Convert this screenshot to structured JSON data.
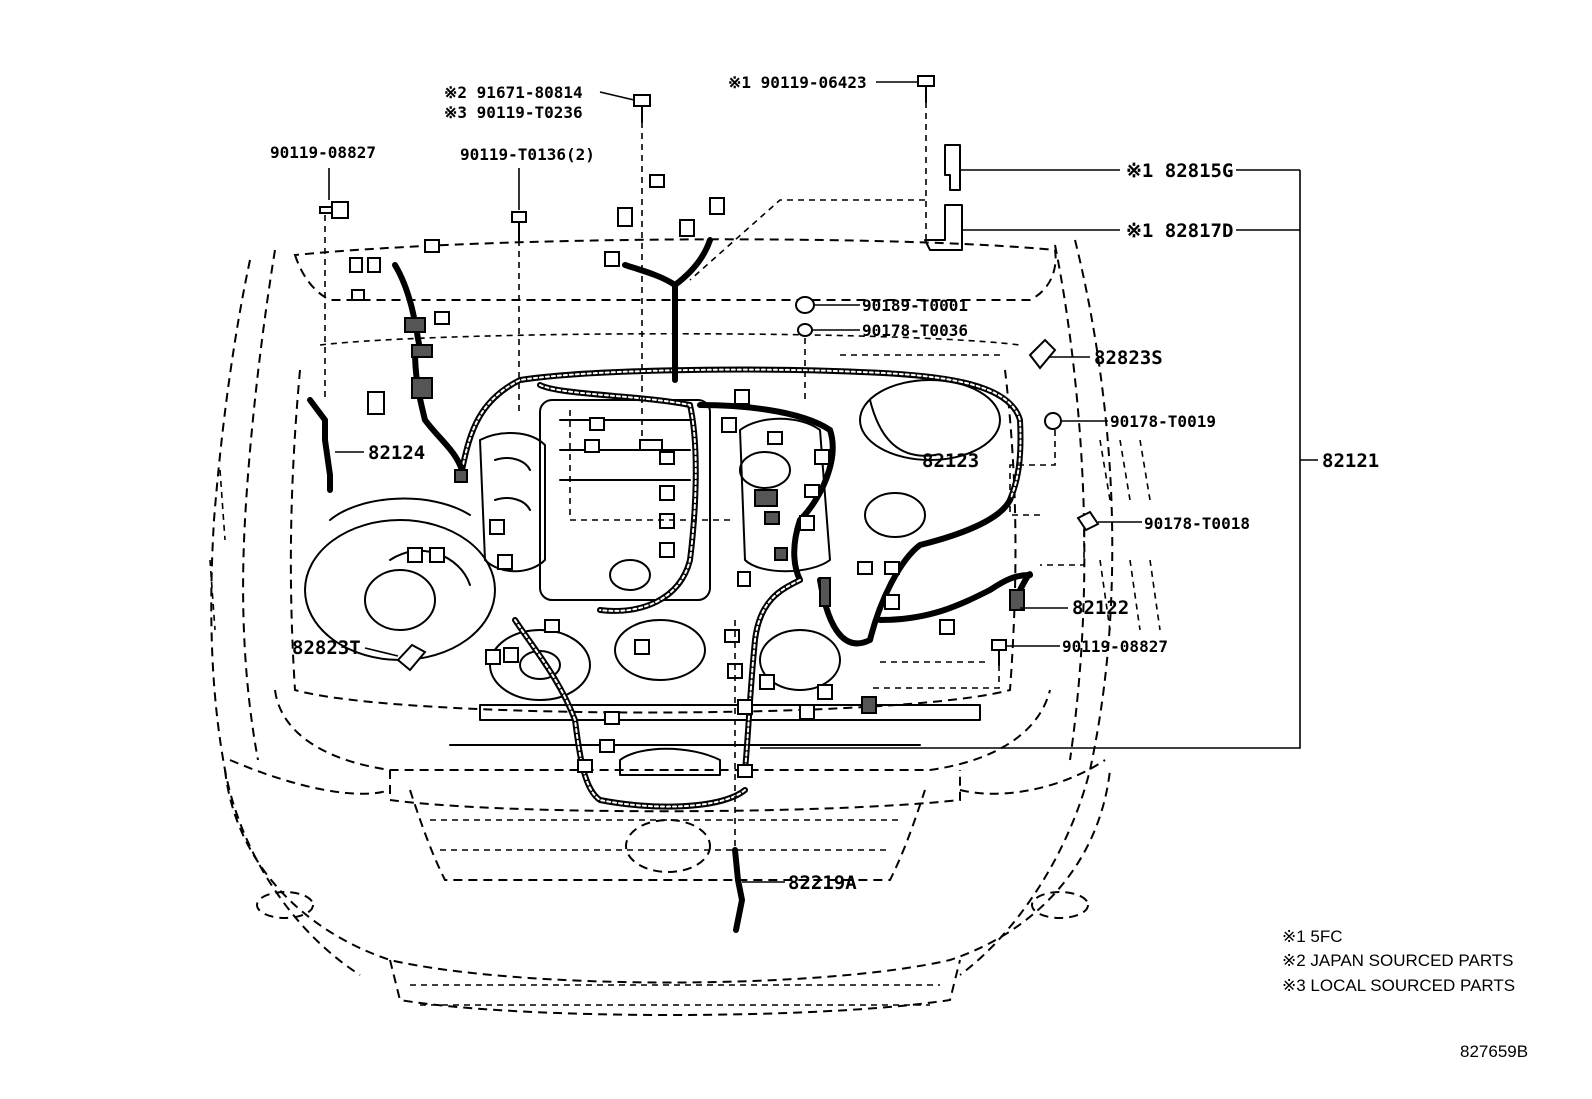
{
  "diagram": {
    "callouts": {
      "c_91671": "※2 91671-80814",
      "c_90119_t0236": "※3 90119-T0236",
      "c_90119_06423": "※1 90119-06423",
      "c_90119_08827_top": "90119-08827",
      "c_90119_t0136": "90119-T0136(2)",
      "c_82815g": "※1 82815G",
      "c_82817d": "※1 82817D",
      "c_90189_t0001": "90189-T0001",
      "c_90178_t0036": "90178-T0036",
      "c_82823s": "82823S",
      "c_90178_t0019": "90178-T0019",
      "c_82121": "82121",
      "c_82124": "82124",
      "c_82123": "82123",
      "c_90178_t0018": "90178-T0018",
      "c_82122": "82122",
      "c_82823t": "82823T",
      "c_90119_08827_bottom": "90119-08827",
      "c_82219a": "82219A"
    },
    "notes": [
      "※1 5FC",
      "※2 JAPAN SOURCED PARTS",
      "※3 LOCAL SOURCED PARTS"
    ],
    "drawing_number": "827659B"
  }
}
